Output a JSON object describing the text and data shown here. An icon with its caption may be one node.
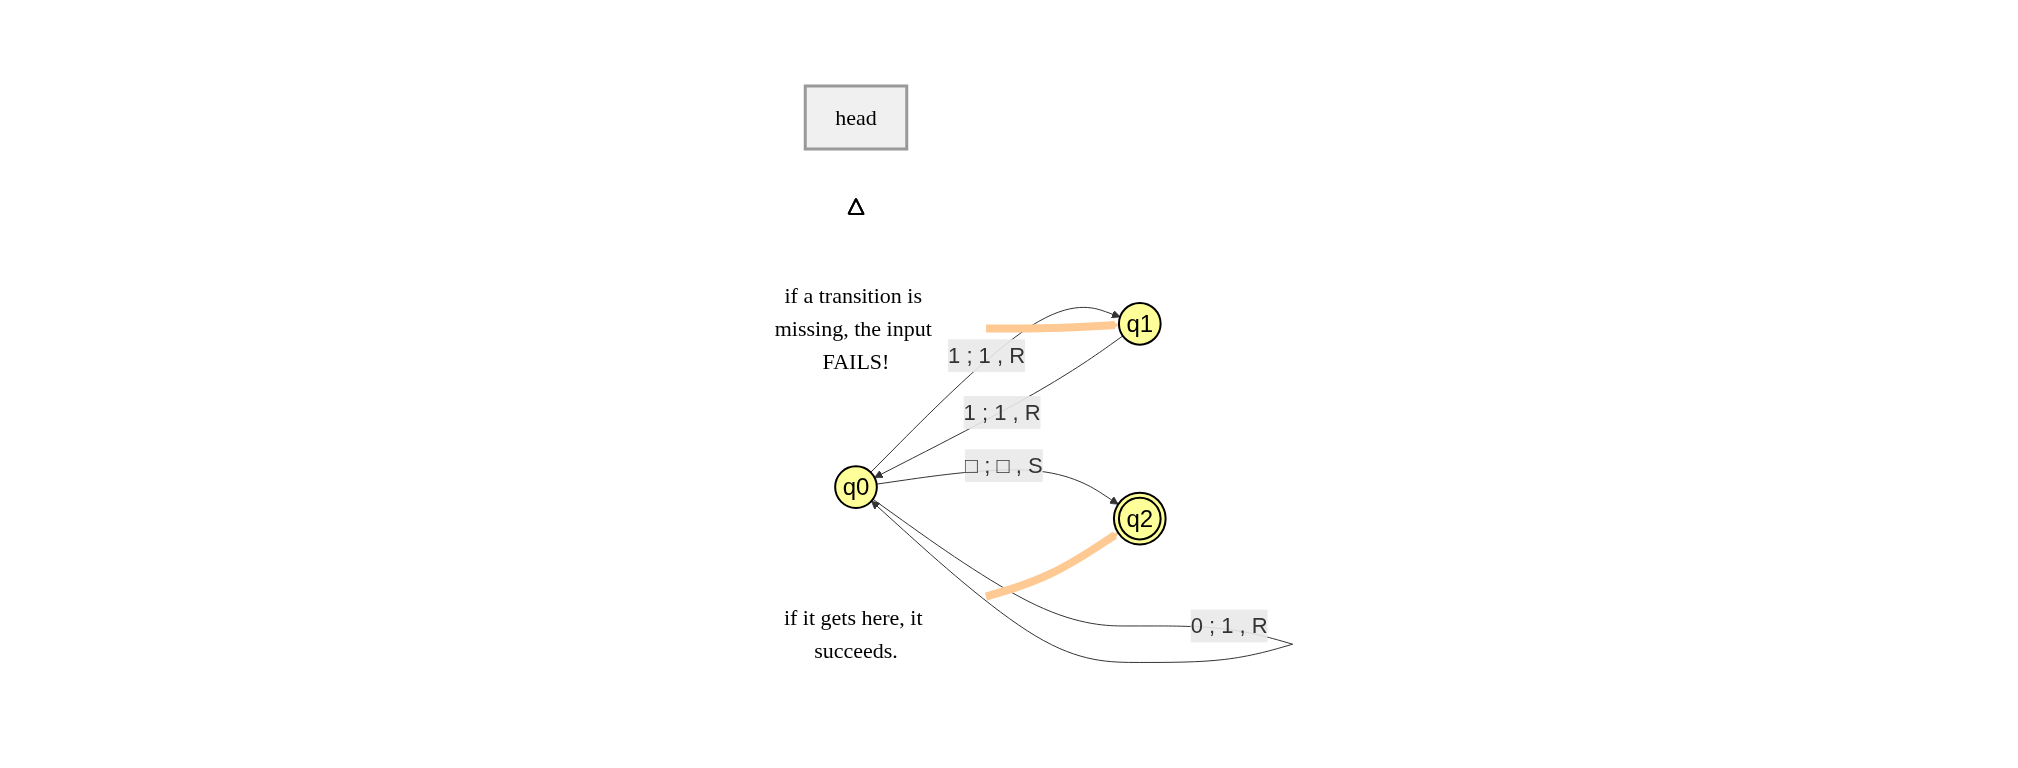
{
  "diagram": {
    "nodes": [
      {
        "text": [
          "head"
        ]
      },
      {
        "text": [],
        "shape": "triangle"
      },
      {
        "text": [
          "q0"
        ]
      },
      {
        "text": [
          "q1"
        ]
      },
      {
        "text": [
          "if it gets here, it succeeds."
        ]
      },
      {
        "text": [
          "q2"
        ]
      },
      {
        "text": [
          "if a transition is missing, the input FAILS!"
        ]
      }
    ],
    "edges": [
      {
        "from": 2,
        "to": 2,
        "arrow": "to",
        "label": "0 ; 1 , R"
      },
      {
        "from": 2,
        "to": 3,
        "arrow": "to",
        "label": "1 ; 1 , R"
      },
      {
        "from": 3,
        "to": 2,
        "arrow": "to",
        "label": "1 ; 1 , R"
      },
      {
        "from": 2,
        "to": 5,
        "arrow": "to",
        "label": "□ ; □ , S"
      },
      {
        "from": 4,
        "to": 5,
        "arrow": "to",
        "style": "thick",
        "color": "#ffc993"
      },
      {
        "from": 6,
        "to": 3,
        "arrow": "to",
        "style": "thick",
        "color": "#ffc993"
      }
    ]
  }
}
